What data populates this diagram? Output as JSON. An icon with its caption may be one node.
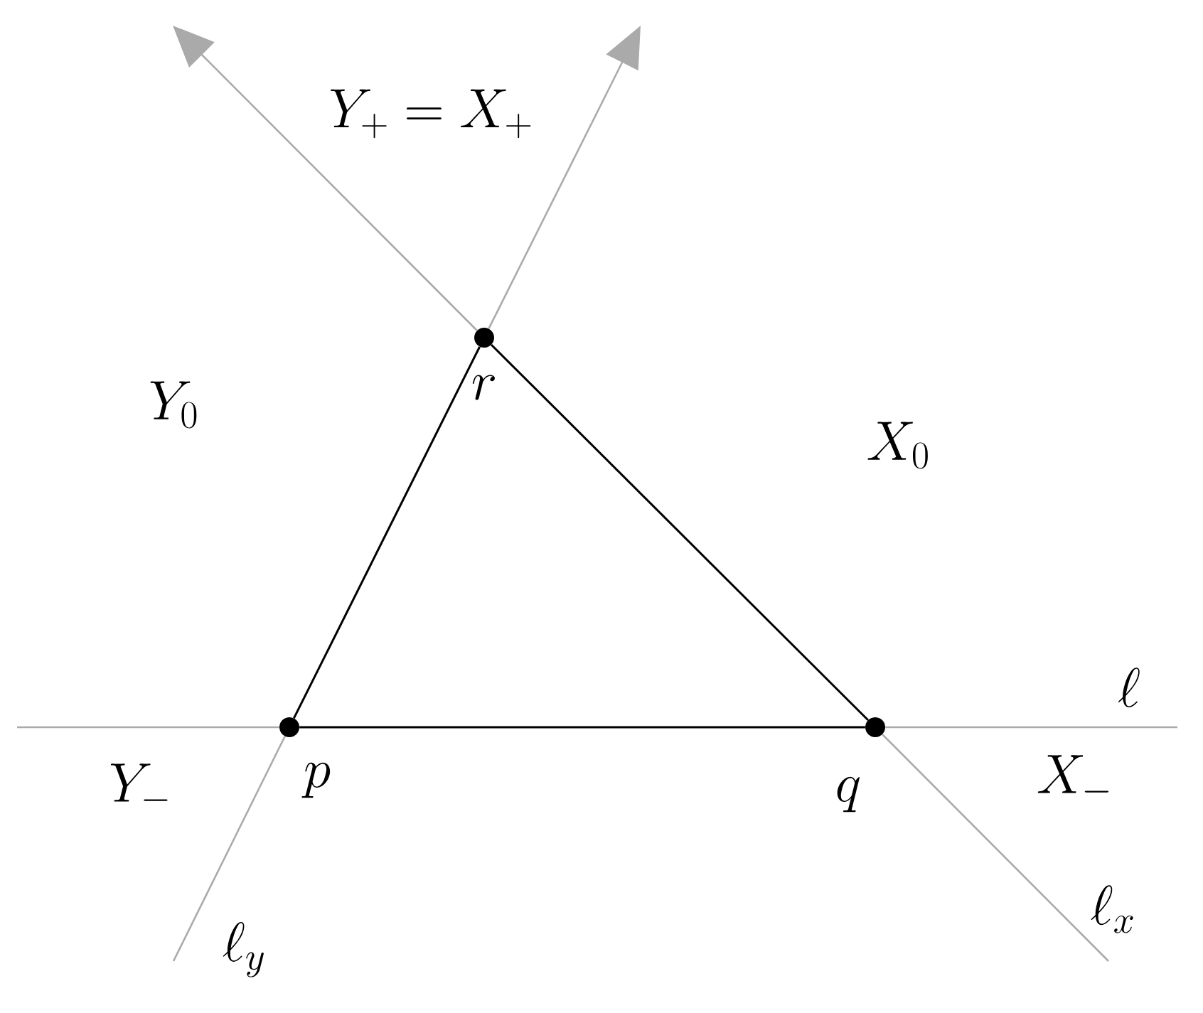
{
  "diagram": {
    "nodes": [
      {
        "text": [],
        "shape": "circle"
      },
      {
        "text": [],
        "shape": "circle"
      },
      {
        "text": [],
        "shape": "circle"
      }
    ],
    "edges": [
      {
        "from": 1,
        "to": 0,
        "arrow": "none",
        "color": "#000000"
      },
      {
        "from": 0,
        "to": 2,
        "arrow": "none",
        "color": "#000000"
      },
      {
        "from": 1,
        "to": 2,
        "arrow": "none",
        "color": "#000000"
      },
      {
        "from": null,
        "to": 1,
        "arrow": "none"
      },
      {
        "from": 2,
        "to": null,
        "arrow": "none"
      },
      {
        "from": null,
        "to": 1,
        "arrow": "none"
      },
      {
        "from": 0,
        "to": null,
        "arrow": "to"
      },
      {
        "from": 2,
        "to": null,
        "arrow": "none"
      },
      {
        "from": 0,
        "to": null,
        "arrow": "to"
      }
    ],
    "labels": [
      "Y_+ = X_+",
      "Y_0",
      "r",
      "X_0",
      "\\ell",
      "Y_-",
      "p",
      "q",
      "X_-",
      "\\ell_x",
      "\\ell_y"
    ]
  }
}
